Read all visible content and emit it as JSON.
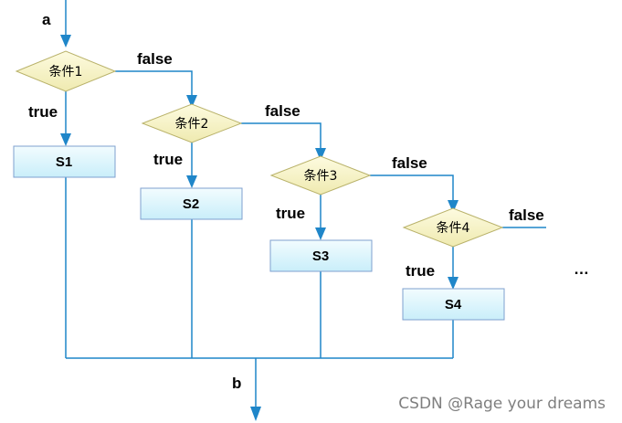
{
  "entry_label": "a",
  "exit_label": "b",
  "true_label": "true",
  "false_label": "false",
  "conditions": [
    "条件1",
    "条件2",
    "条件3",
    "条件4"
  ],
  "statements": [
    "S1",
    "S2",
    "S3",
    "S4"
  ],
  "ellipsis": "…",
  "watermark": "CSDN @Rage your dreams"
}
